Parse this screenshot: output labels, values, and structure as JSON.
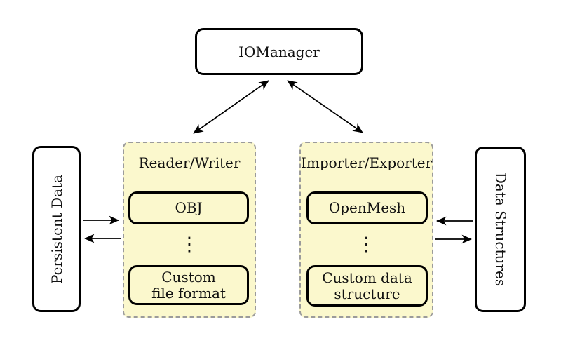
{
  "colors": {
    "background": "#ffffff",
    "group_fill": "#fbf8cd",
    "group_border": "#9b9b9b",
    "node_fill": "#ffffff",
    "node_border": "#000000",
    "arrow": "#000000"
  },
  "nodes": {
    "iomanager": {
      "label": "IOManager"
    },
    "persistent_data": {
      "label": "Persistent Data"
    },
    "data_structures": {
      "label": "Data Structures"
    },
    "reader_writer": {
      "title": "Reader/Writer",
      "top_item": "OBJ",
      "ellipsis": "⋮",
      "bottom_item_lines": [
        "Custom",
        "file format"
      ]
    },
    "importer_exporter": {
      "title": "Importer/Exporter",
      "top_item": "OpenMesh",
      "ellipsis": "⋮",
      "bottom_item_lines": [
        "Custom data",
        "structure"
      ]
    }
  },
  "edges": [
    {
      "from": "IOManager",
      "to": "Reader/Writer",
      "direction": "bidirectional"
    },
    {
      "from": "IOManager",
      "to": "Importer/Exporter",
      "direction": "bidirectional"
    },
    {
      "from": "Persistent Data",
      "to": "Reader/Writer",
      "direction": "forward"
    },
    {
      "from": "Reader/Writer",
      "to": "Persistent Data",
      "direction": "forward"
    },
    {
      "from": "Data Structures",
      "to": "Importer/Exporter",
      "direction": "forward"
    },
    {
      "from": "Importer/Exporter",
      "to": "Data Structures",
      "direction": "forward"
    }
  ]
}
